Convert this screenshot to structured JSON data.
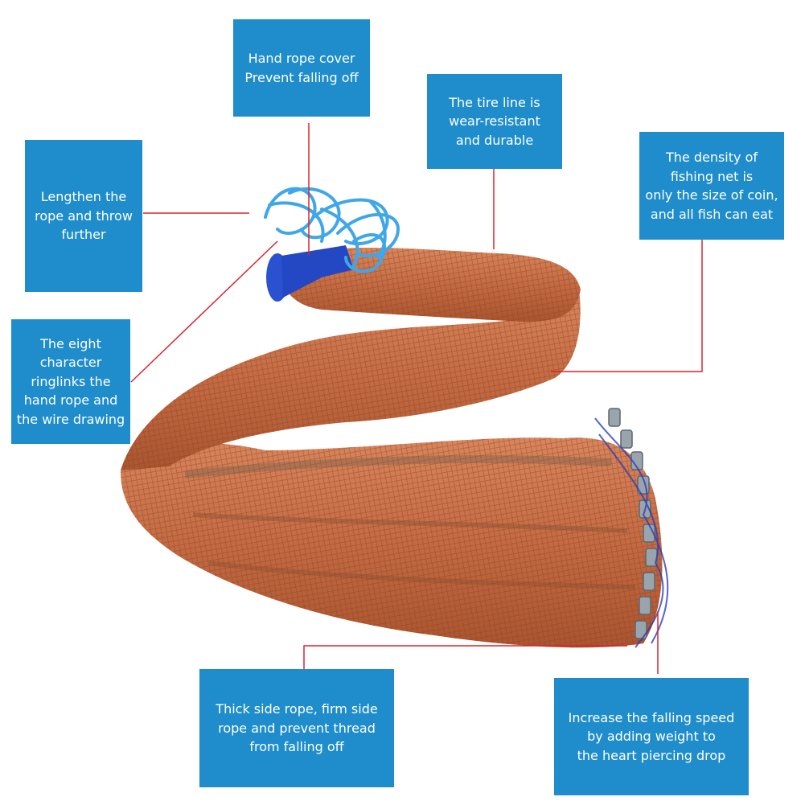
{
  "callouts": {
    "hand_rope_cover": "Hand rope cover\nPrevent falling off",
    "tire_line": "The tire line is\nwear-resistant\nand durable",
    "lengthen_rope": "Lengthen the\nrope and throw\nfurther",
    "net_density": "The density of\nfishing net is\nonly the size of coin,\nand all fish can eat",
    "eight_character_ring": "The eight\ncharacter\nringlinks the\nhand rope and\nthe wire drawing",
    "thick_side_rope": "Thick side rope, firm side\nrope and prevent thread\nfrom falling off",
    "falling_speed": "Increase the falling speed\nby adding weight to\nthe heart piercing drop"
  },
  "colors": {
    "callout_bg": "#1f8dcc",
    "leader_line": "#d9232e",
    "net": "#c9704a",
    "rope": "#3fa7e8",
    "rope_cover": "#2448c4",
    "sinker": "#9aa4ad"
  },
  "icons": {
    "product": "cast-net-image"
  }
}
